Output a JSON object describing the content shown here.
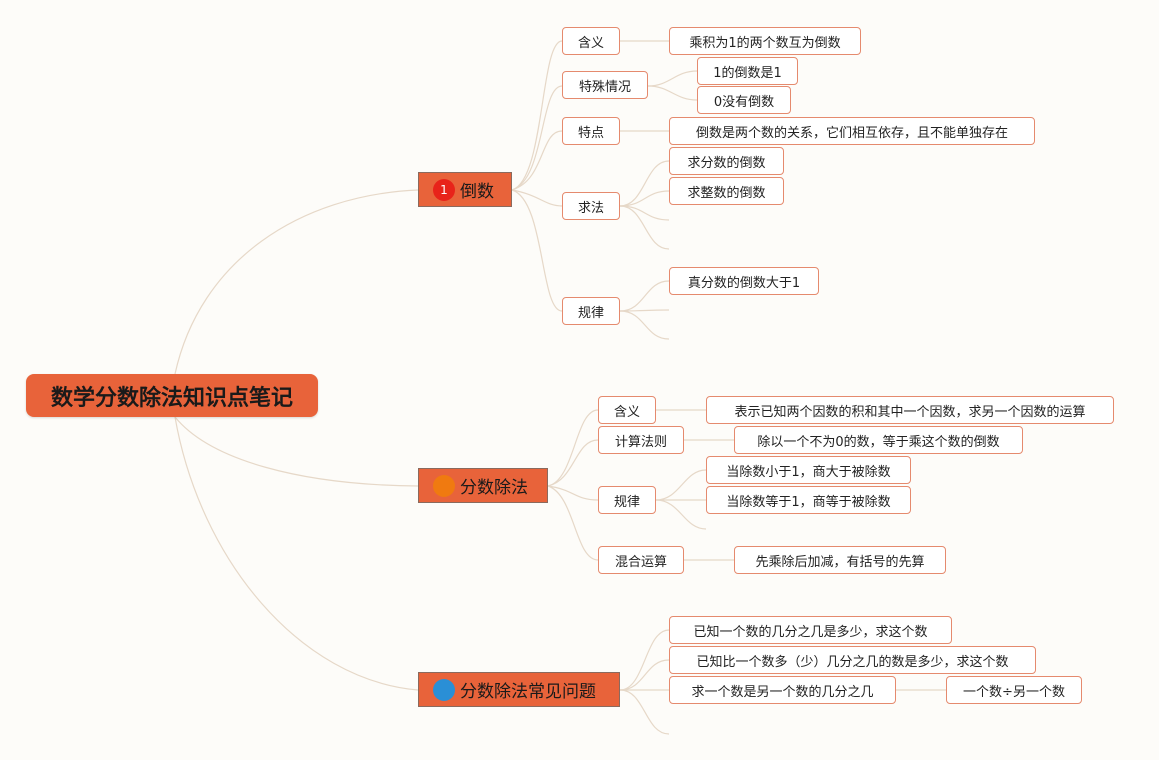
{
  "root": {
    "title": "数学分数除法知识点笔记"
  },
  "colors": {
    "branch": "#e8633a",
    "node_border": "#e58a6e",
    "link": "#e6d8c8",
    "badge_1": "#e8231a",
    "badge_2": "#f07a10",
    "badge_3": "#2a8fd6"
  },
  "b1": {
    "title": "倒数",
    "badge": "1",
    "meaning": {
      "label": "含义",
      "detail": "乘积为1的两个数互为倒数"
    },
    "special": {
      "label": "特殊情况",
      "items": [
        "1的倒数是1",
        "0没有倒数"
      ]
    },
    "feature": {
      "label": "特点",
      "detail": "倒数是两个数的关系，它们相互依存，且不能单独存在"
    },
    "method": {
      "label": "求法",
      "items": [
        "求分数的倒数",
        "求整数的倒数"
      ]
    },
    "rule": {
      "label": "规律",
      "items": [
        "真分数的倒数大于1"
      ]
    }
  },
  "b2": {
    "title": "分数除法",
    "badge": "",
    "meaning": {
      "label": "含义",
      "detail": "表示已知两个因数的积和其中一个因数，求另一个因数的运算"
    },
    "calc": {
      "label": "计算法则",
      "detail": "除以一个不为0的数，等于乘这个数的倒数"
    },
    "rule": {
      "label": "规律",
      "items": [
        "当除数小于1，商大于被除数",
        "当除数等于1，商等于被除数"
      ]
    },
    "mixed": {
      "label": "混合运算",
      "detail": "先乘除后加减，有括号的先算"
    }
  },
  "b3": {
    "title": "分数除法常见问题",
    "badge": "",
    "items": [
      "已知一个数的几分之几是多少，求这个数",
      "已知比一个数多（少）几分之几的数是多少，求这个数",
      "求一个数是另一个数的几分之几"
    ],
    "sub": "一个数÷另一个数"
  }
}
